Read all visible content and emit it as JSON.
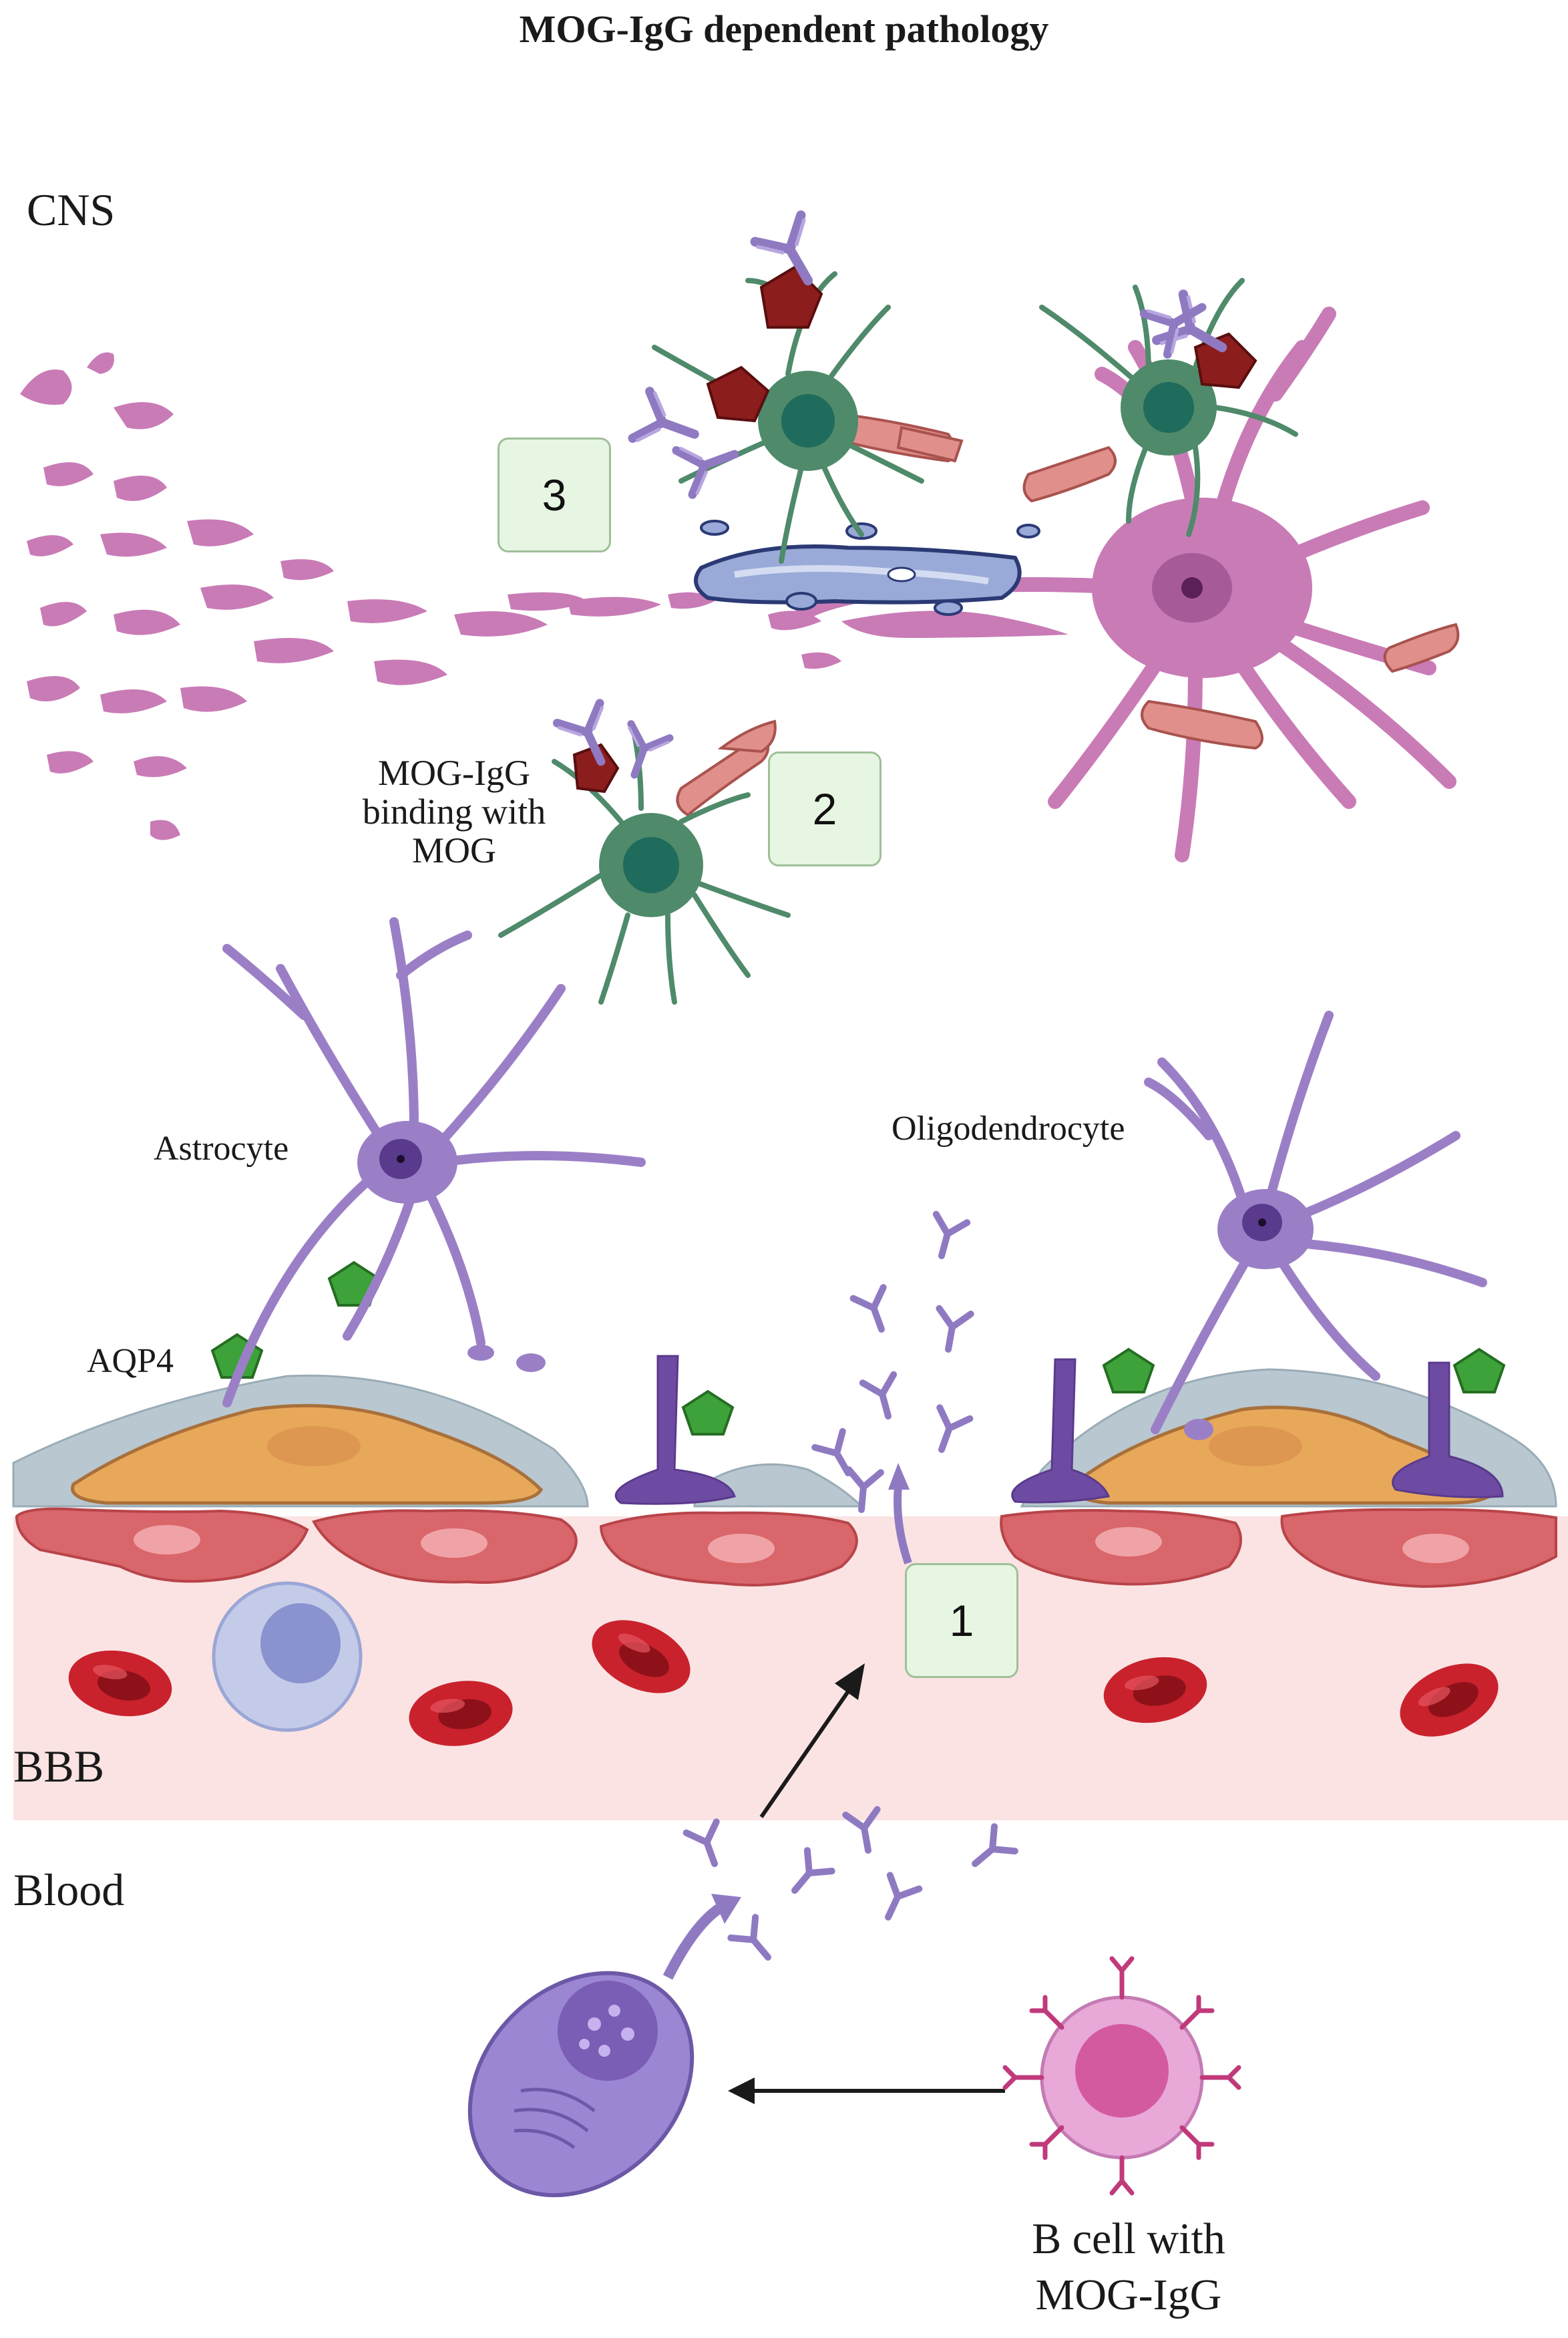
{
  "title": "MOG-IgG dependent pathology",
  "regions": {
    "cns": "CNS",
    "bbb": "BBB",
    "blood": "Blood"
  },
  "labels": {
    "mog_binding_line1": "MOG-IgG",
    "mog_binding_line2": "binding with",
    "mog_binding_line3": "MOG",
    "astrocyte": "Astrocyte",
    "oligodendrocyte": "Oligodendrocyte",
    "aqp4": "AQP4",
    "bcell_line1": "B cell with",
    "bcell_line2": "MOG-IgG"
  },
  "steps": {
    "step1": "1",
    "step2": "2",
    "step3": "3"
  },
  "colors": {
    "neuron": "#c97bb6",
    "oligodendrocyte": "#4f8a6a",
    "astrocyte": "#9b7fc6",
    "antibody": "#8f7ac2",
    "mog": "#8b1d1d",
    "aqp4": "#3ea23a",
    "myelin_debris": "#e08f8a",
    "blood_vessel": "#fbe3e3",
    "red_blood_cell": "#c9222d",
    "basement_membrane": "#b8c7d0",
    "endothelium": "#d9666a",
    "pericyte": "#e8a85a",
    "step_box": "#e6f6e2"
  }
}
